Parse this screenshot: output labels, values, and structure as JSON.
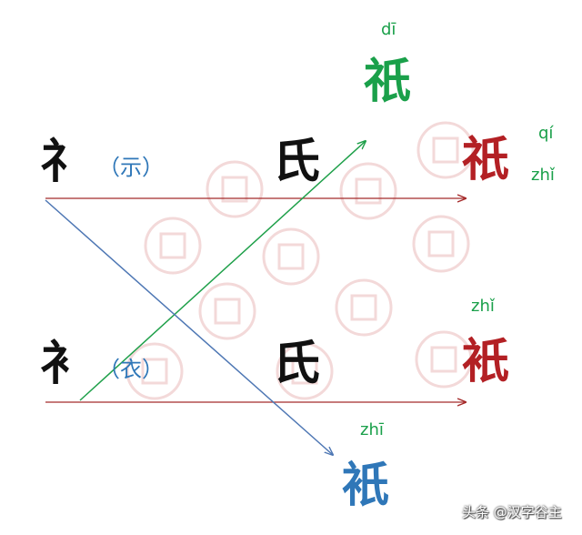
{
  "colors": {
    "black": "#111111",
    "red": "#b32024",
    "green": "#1aa04a",
    "blue": "#2f77b8",
    "red_line": "#a52a2a",
    "green_line": "#1fa04a",
    "blue_line": "#4e77b4"
  },
  "left": {
    "top_radical": "礻",
    "top_paren": "（示）",
    "bottom_radical": "衤",
    "bottom_paren": "（衣）"
  },
  "middle": {
    "top_component": "氏",
    "bottom_component": "氏"
  },
  "results": {
    "green_char": "祇",
    "green_pinyin": "dī",
    "red_top_char": "祇",
    "red_top_pinyin_1": "qí",
    "red_top_pinyin_2": "zhǐ",
    "red_bottom_char": "衹",
    "red_bottom_pinyin": "zhǐ",
    "blue_char": "衹",
    "blue_pinyin": "zhī"
  },
  "watermark": {
    "credit": "头条 @汉字谷主"
  }
}
